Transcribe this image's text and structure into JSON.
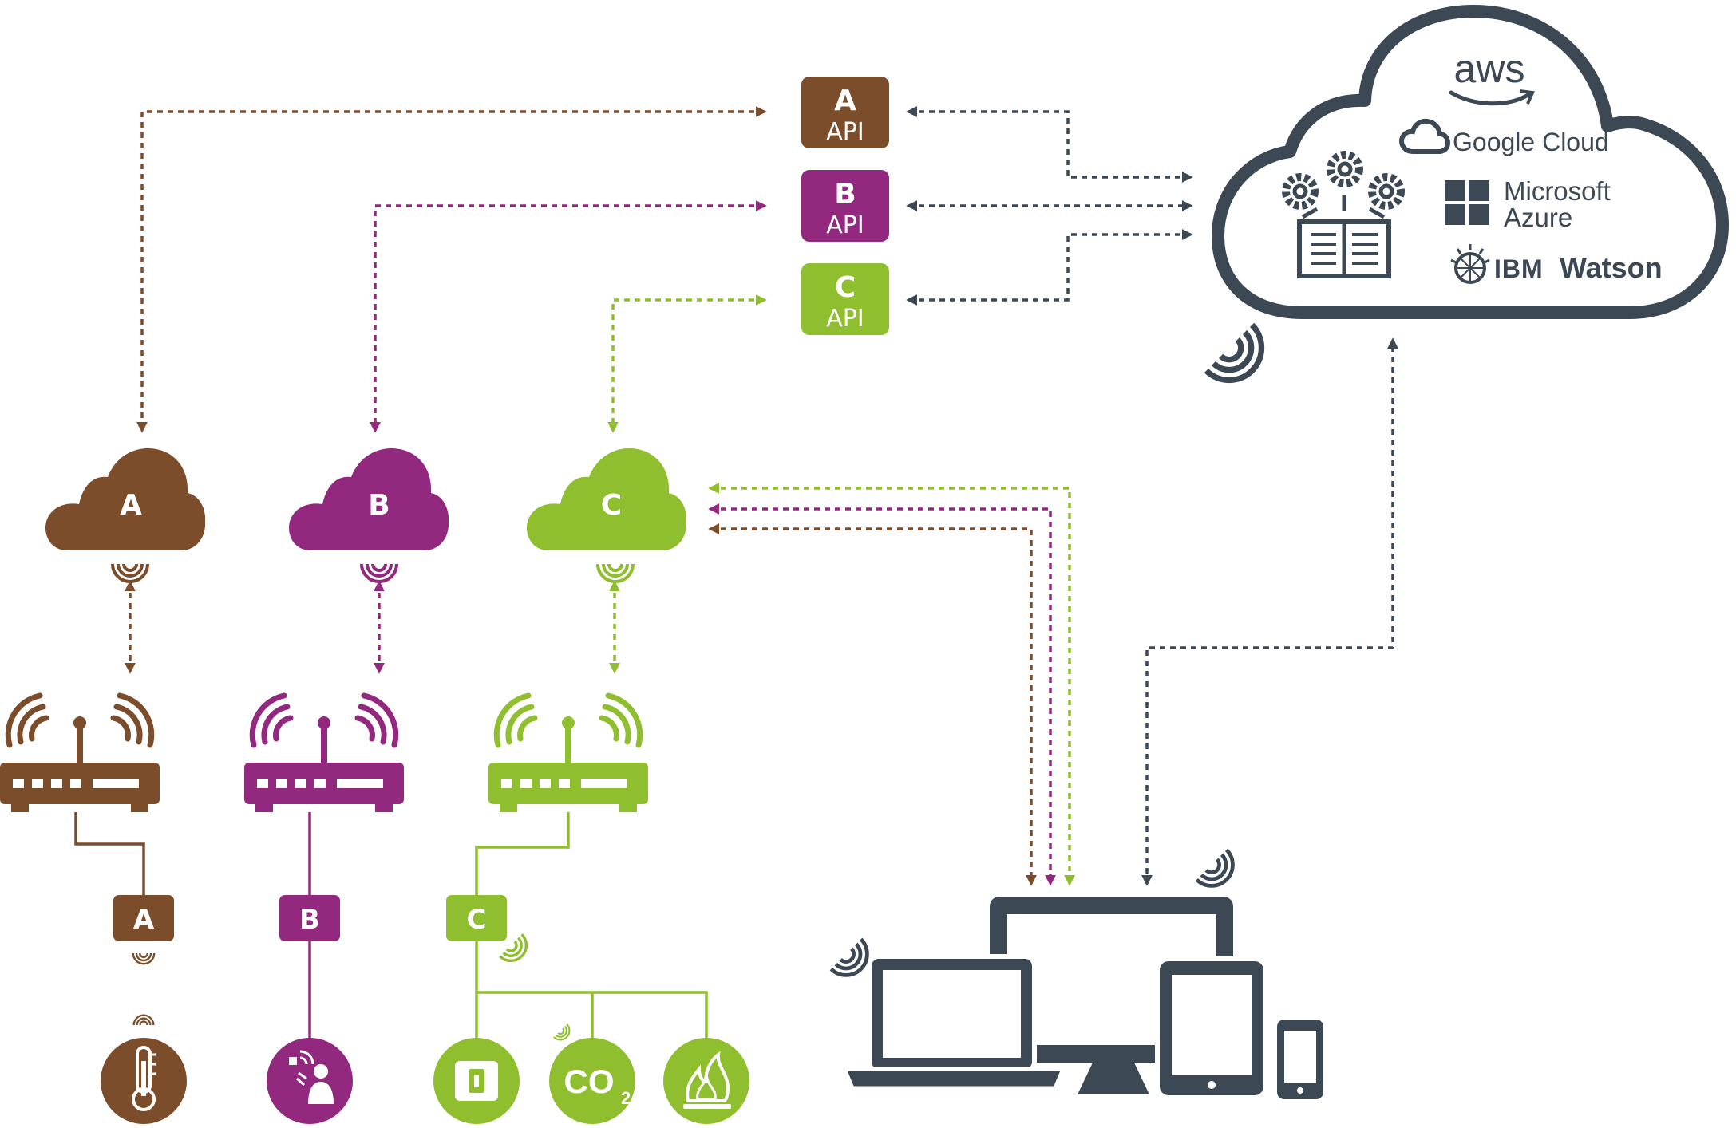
{
  "colors": {
    "a": "#7b4d2b",
    "b": "#93297f",
    "c": "#8fbe2e",
    "dark": "#3d4855"
  },
  "apis": [
    {
      "letter": "A",
      "label": "API"
    },
    {
      "letter": "B",
      "label": "API"
    },
    {
      "letter": "C",
      "label": "API"
    }
  ],
  "clouds": [
    {
      "letter": "A"
    },
    {
      "letter": "B"
    },
    {
      "letter": "C"
    }
  ],
  "gateways": [
    {
      "letter": "A"
    },
    {
      "letter": "B"
    },
    {
      "letter": "C"
    }
  ],
  "sensor_co2": {
    "text": "CO",
    "sub": "2"
  },
  "providers": {
    "aws": "aws",
    "google": "Google Cloud",
    "azure_line1": "Microsoft",
    "azure_line2": "Azure",
    "ibm": "IBM",
    "watson": "Watson"
  },
  "icons": [
    "thermometer-icon",
    "motion-person-icon",
    "door-sensor-icon",
    "co2-icon",
    "fire-icon",
    "gears-book-icon",
    "wifi-icon",
    "router-icon",
    "laptop-icon",
    "monitor-icon",
    "tablet-icon",
    "phone-icon"
  ]
}
